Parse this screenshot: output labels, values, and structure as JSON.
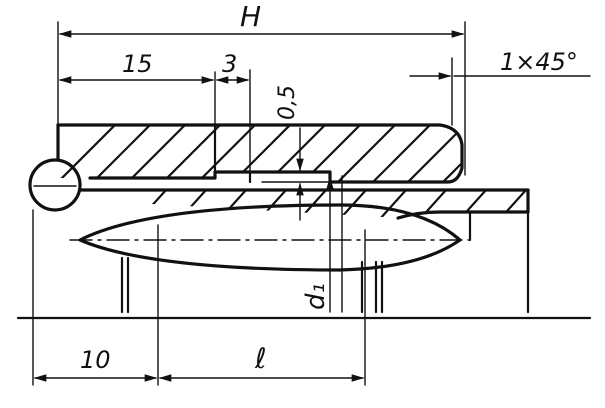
{
  "labels": {
    "H": "H",
    "fifteen": "15",
    "three": "3",
    "zero_five": "0,5",
    "chamfer": "1×45°",
    "d1": "d₁",
    "ten": "10",
    "l": "ℓ"
  }
}
